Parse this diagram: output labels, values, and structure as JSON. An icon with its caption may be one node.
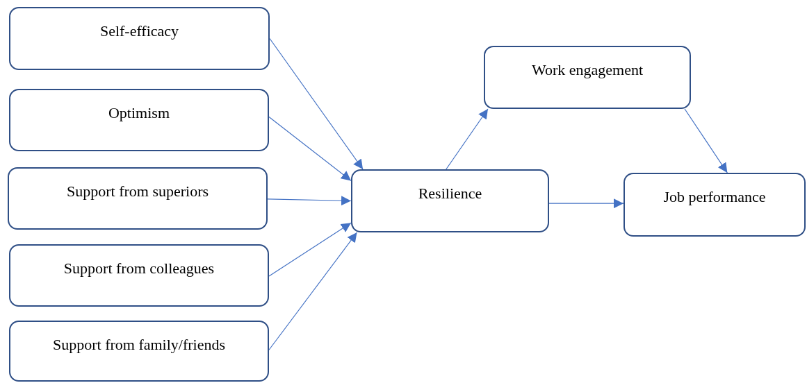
{
  "diagram": {
    "nodes": [
      {
        "text": [
          "Self-efficacy"
        ]
      },
      {
        "text": [
          "Optimism"
        ]
      },
      {
        "text": [
          "Support from superiors"
        ]
      },
      {
        "text": [
          "Support from colleagues"
        ]
      },
      {
        "text": [
          "Support from family/friends"
        ]
      },
      {
        "text": [
          "Resilience"
        ]
      },
      {
        "text": [
          "Work engagement"
        ]
      },
      {
        "text": [
          "Job performance"
        ]
      }
    ],
    "edges": [
      {
        "from": 0,
        "to": 5,
        "arrow": "to"
      },
      {
        "from": 1,
        "to": 5,
        "arrow": "to"
      },
      {
        "from": 2,
        "to": 5,
        "arrow": "to"
      },
      {
        "from": 3,
        "to": 5,
        "arrow": "to"
      },
      {
        "from": 4,
        "to": 5,
        "arrow": "to"
      },
      {
        "from": 5,
        "to": 6,
        "arrow": "to"
      },
      {
        "from": 6,
        "to": 7,
        "arrow": "to"
      },
      {
        "from": 5,
        "to": 7,
        "arrow": "to"
      }
    ]
  }
}
